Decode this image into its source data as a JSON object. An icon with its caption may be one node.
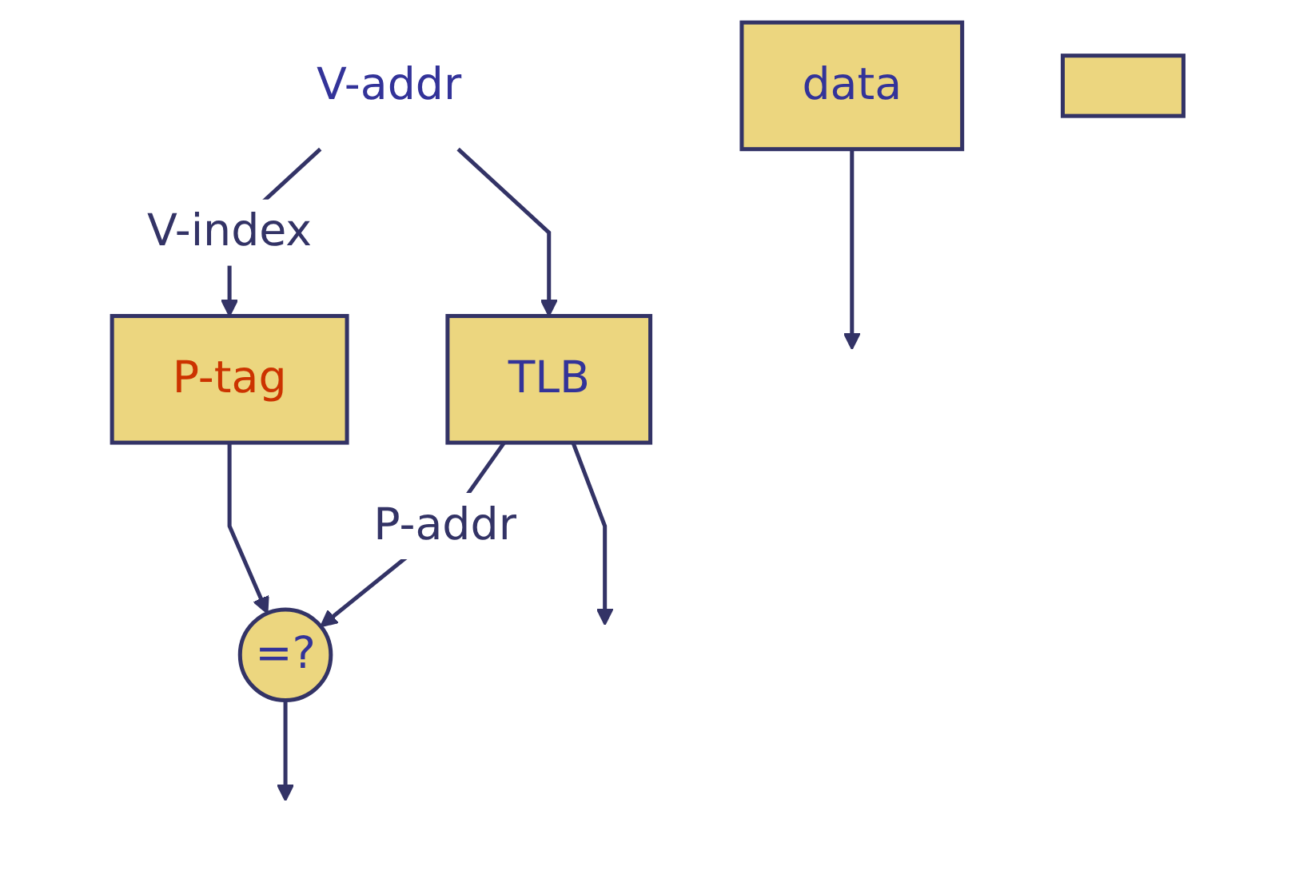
{
  "diagram": {
    "nodes": [
      {
        "text": [
          "V-addr"
        ]
      },
      {
        "text": [
          "TLB"
        ]
      },
      {
        "text": [
          "P-tag"
        ]
      },
      {
        "text": [
          "data"
        ]
      },
      {
        "text": [],
        "shape": "box"
      },
      {
        "text": [
          "=?"
        ]
      }
    ],
    "edges": [
      {
        "from": 0,
        "to": 1,
        "arrow": "to"
      },
      {
        "from": 0,
        "to": 2,
        "arrow": "to",
        "label": "V-index"
      },
      {
        "from": 1,
        "to": 5,
        "arrow": "to",
        "label": "P-addr"
      },
      {
        "from": 1,
        "to": null,
        "arrow": "to"
      },
      {
        "from": 2,
        "to": 5,
        "arrow": "to"
      },
      {
        "from": 5,
        "to": null,
        "arrow": "to"
      },
      {
        "from": 3,
        "to": null,
        "arrow": "to"
      }
    ]
  }
}
